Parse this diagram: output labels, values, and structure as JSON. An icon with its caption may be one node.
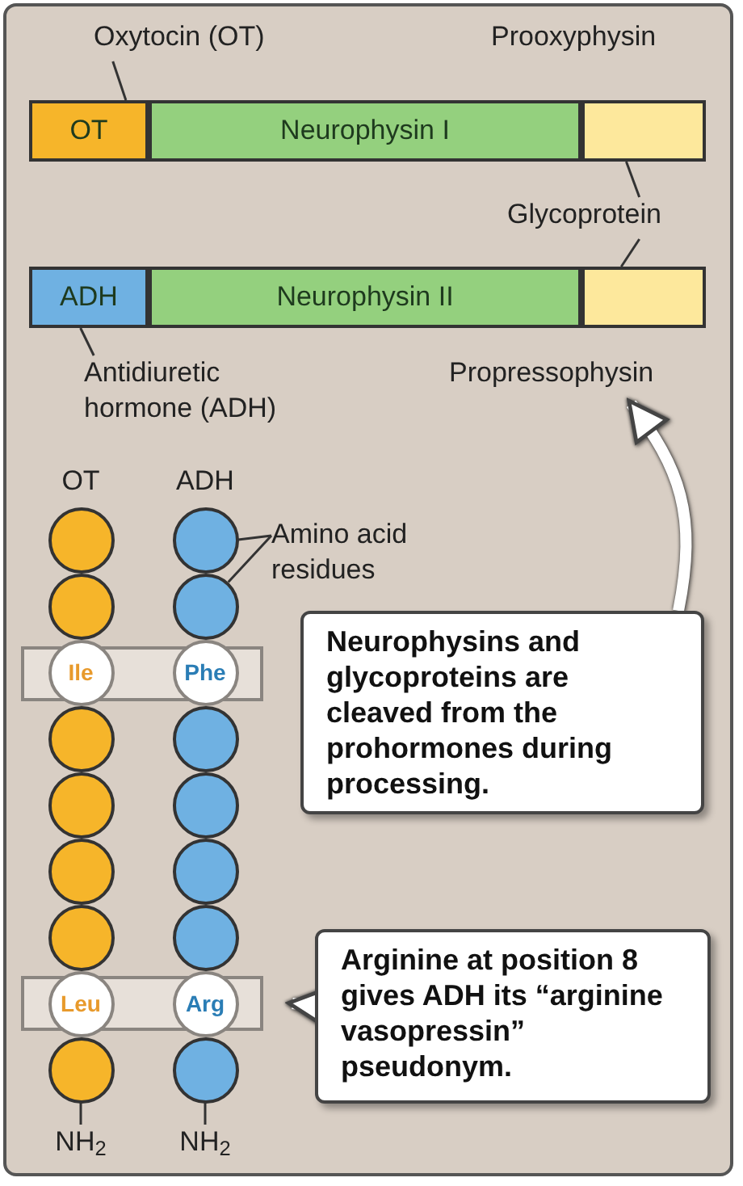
{
  "diagram": {
    "nodes": [
      {
        "text": [
          "Oxytocin (OT)"
        ]
      },
      {
        "text": [
          "Prooxyphysin"
        ]
      },
      {
        "text": [
          "OT"
        ]
      },
      {
        "text": [
          "Neurophysin I"
        ]
      },
      {
        "text": [],
        "shape": "bar"
      },
      {
        "text": [
          "Glycoprotein"
        ]
      },
      {
        "text": [
          "ADH"
        ]
      },
      {
        "text": [
          "Neurophysin II"
        ]
      },
      {
        "text": [],
        "shape": "bar"
      },
      {
        "text": [
          "Antidiuretic hormone (ADH)"
        ]
      },
      {
        "text": [
          "Propressophysin"
        ]
      },
      {
        "text": [],
        "shape": "box"
      },
      {
        "text": [],
        "shape": "box"
      },
      {
        "text": [],
        "shape": "circle"
      },
      {
        "text": [],
        "shape": "circle"
      },
      {
        "text": [
          "Ile"
        ]
      },
      {
        "text": [],
        "shape": "circle"
      },
      {
        "text": [],
        "shape": "circle"
      },
      {
        "text": [],
        "shape": "circle"
      },
      {
        "text": [],
        "shape": "circle"
      },
      {
        "text": [
          "Leu"
        ]
      },
      {
        "text": [],
        "shape": "circle"
      },
      {
        "text": [],
        "shape": "circle"
      },
      {
        "text": [],
        "shape": "circle"
      },
      {
        "text": [
          "Phe"
        ]
      },
      {
        "text": [],
        "shape": "circle"
      },
      {
        "text": [],
        "shape": "circle"
      },
      {
        "text": [],
        "shape": "circle"
      },
      {
        "text": [],
        "shape": "circle"
      },
      {
        "text": [
          "Arg"
        ]
      },
      {
        "text": [],
        "shape": "circle"
      },
      {
        "text": [
          "Amino acid residues"
        ]
      },
      {
        "text": [
          "Neurophysins and glycoproteins are cleaved from the prohormones during processing."
        ]
      },
      {
        "text": [
          "Arginine at position 8 gives ADH its “arginine vasopressin” pseudonym."
        ]
      },
      {
        "text": [
          "NH$_{2}$"
        ]
      },
      {
        "text": [
          "NH$_{2}$"
        ]
      }
    ],
    "edges": [
      {
        "from": 0,
        "to": 2,
        "arrow": "none"
      },
      {
        "from": 5,
        "to": 4,
        "arrow": "none"
      },
      {
        "from": 5,
        "to": 8,
        "arrow": "none"
      },
      {
        "from": 9,
        "to": 6,
        "arrow": "none"
      },
      {
        "from": 31,
        "to": 22,
        "arrow": "none"
      },
      {
        "from": 31,
        "to": 23,
        "arrow": "none"
      },
      {
        "from": 32,
        "to": 10,
        "arrow": "to",
        "style": "thick",
        "color": "#ffffff"
      },
      {
        "from": 33,
        "to": 12,
        "arrow": "to",
        "style": "thick",
        "color": "#ffffff"
      },
      {
        "from": 21,
        "to": 34,
        "arrow": "none"
      },
      {
        "from": 30,
        "to": 35,
        "arrow": "none"
      }
    ],
    "labels": [
      "OT",
      "ADH"
    ]
  }
}
